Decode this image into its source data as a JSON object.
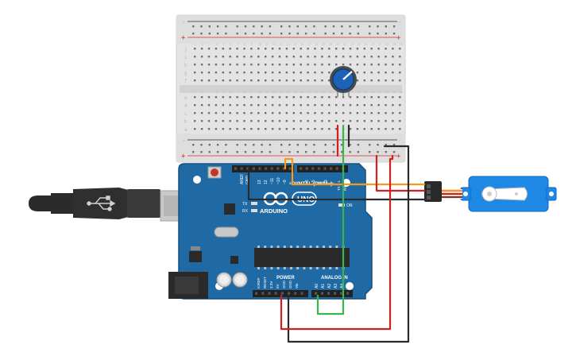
{
  "breadboard": {
    "row_letters_top": [
      "j",
      "i",
      "h",
      "g",
      "f"
    ],
    "row_letters_bottom": [
      "e",
      "d",
      "c",
      "b",
      "a"
    ],
    "column_count": 30,
    "rail_plus": "+",
    "rail_minus": "-"
  },
  "arduino": {
    "brand": "ARDUINO",
    "model": "UNO",
    "digital_label": "DIGITAL (PWM~)",
    "power_label": "POWER",
    "analog_label": "ANALOG IN",
    "tx_label": "TX",
    "rx_label": "RX",
    "on_label": "ON",
    "aref_label": "AREF",
    "gnd_label": "GND",
    "digital_pins": [
      "13",
      "12",
      "~11",
      "~10",
      "~9",
      "8",
      "7",
      "~6",
      "~5",
      "4",
      "~3",
      "2",
      "TX→1",
      "RX←0"
    ],
    "power_pins": [
      "IOREF",
      "RESET",
      "3.3V",
      "5V",
      "GND",
      "GND",
      "Vin"
    ],
    "analog_pins": [
      "A0",
      "A1",
      "A2",
      "A3",
      "A4",
      "A5"
    ]
  },
  "colors": {
    "pcb": "#1f6aa5",
    "pcb_edge": "#164f7c",
    "breadboard": "#e4e4e4",
    "rail_red": "#d62c2c",
    "rail_black": "#2a2a2a",
    "wire_red": "#d21f1f",
    "wire_black": "#2b2b2b",
    "wire_green": "#39b54a",
    "wire_orange": "#f39a1b",
    "servo_blue": "#1e88e5",
    "knob_blue": "#1c63b8"
  },
  "icons": {
    "usb": "usb-symbol-icon",
    "logo": "infinity-logo-icon"
  }
}
